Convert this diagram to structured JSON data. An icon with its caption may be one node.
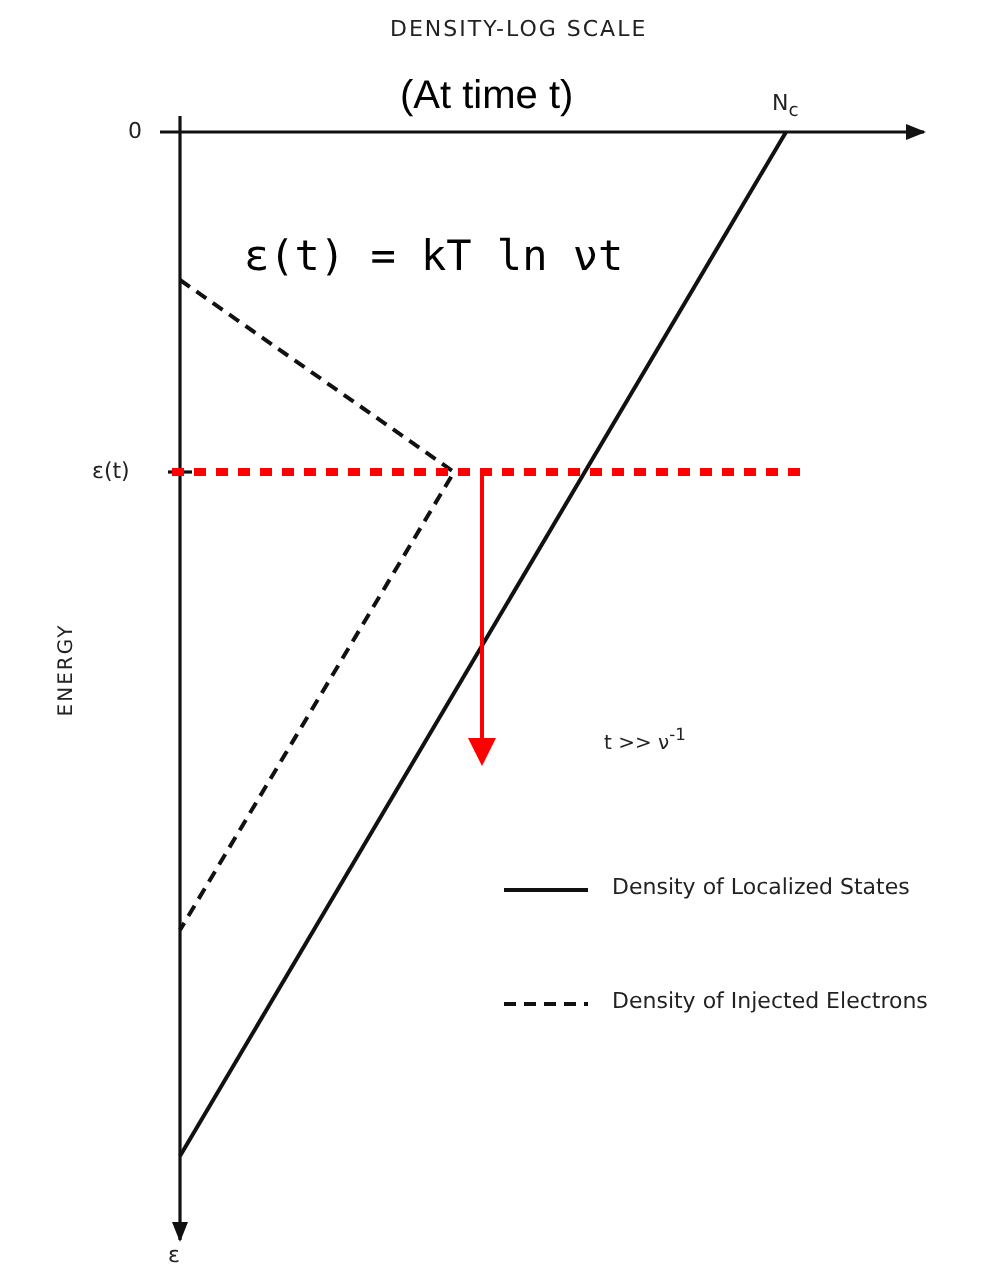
{
  "diagram": {
    "labels": [
      "DENSITY-LOG SCALE",
      "(At time t)",
      "N$_{c}$",
      "0",
      "ε(t) = kT ln νt",
      "ε(t)",
      "ENERGY",
      "t >> ν$^{-1}$",
      "ε"
    ],
    "legend": [
      {
        "text": "Density of Localized States"
      },
      {
        "text": "Density of Injected Electrons"
      }
    ]
  }
}
